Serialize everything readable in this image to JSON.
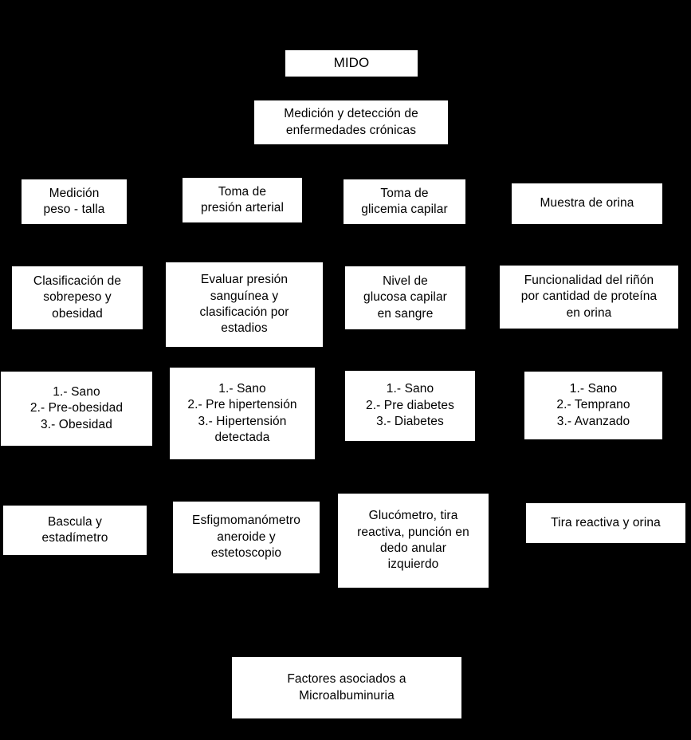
{
  "diagram": {
    "title": "MIDO",
    "subtitle": "Medición y detección de enfermedades crónicas",
    "background_color": "#000000",
    "node_fill_color": "#ffffff",
    "node_text_color": "#000000",
    "root": {
      "label": "MIDO"
    },
    "root_description": {
      "label": "Medición y detección de\nenfermedades crónicas"
    },
    "columns": [
      {
        "key": "peso-talla",
        "measurement": "Medición\npeso - talla",
        "evaluation": "Clasificación de\nsobrepeso y\nobesidad",
        "classification": "1.- Sano\n2.- Pre-obesidad\n3.- Obesidad",
        "instruments": "Bascula y\nestadímetro"
      },
      {
        "key": "presion-arterial",
        "measurement": "Toma de\npresión arterial",
        "evaluation": "Evaluar presión\nsanguínea y\nclasificación por\nestadios",
        "classification": "1.- Sano\n2.- Pre hipertensión\n3.- Hipertensión\ndetectada",
        "instruments": "Esfigmomanómetro\naneroide y\nestetoscopio"
      },
      {
        "key": "glicemia-capilar",
        "measurement": "Toma de\nglicemia capilar",
        "evaluation": "Nivel de\nglucosa capilar\nen sangre",
        "classification": "1.- Sano\n2.- Pre diabetes\n3.- Diabetes",
        "instruments": "Glucómetro, tira\nreactiva, punción en\ndedo anular\nizquierdo"
      },
      {
        "key": "muestra-orina",
        "measurement": "Muestra de orina",
        "evaluation": "Funcionalidad del riñón\npor cantidad de proteína\nen orina",
        "classification": "1.- Sano\n2.- Temprano\n3.- Avanzado",
        "instruments": "Tira reactiva y orina"
      }
    ],
    "footer": {
      "label": "Factores asociados a\nMicroalbuminuria"
    }
  }
}
